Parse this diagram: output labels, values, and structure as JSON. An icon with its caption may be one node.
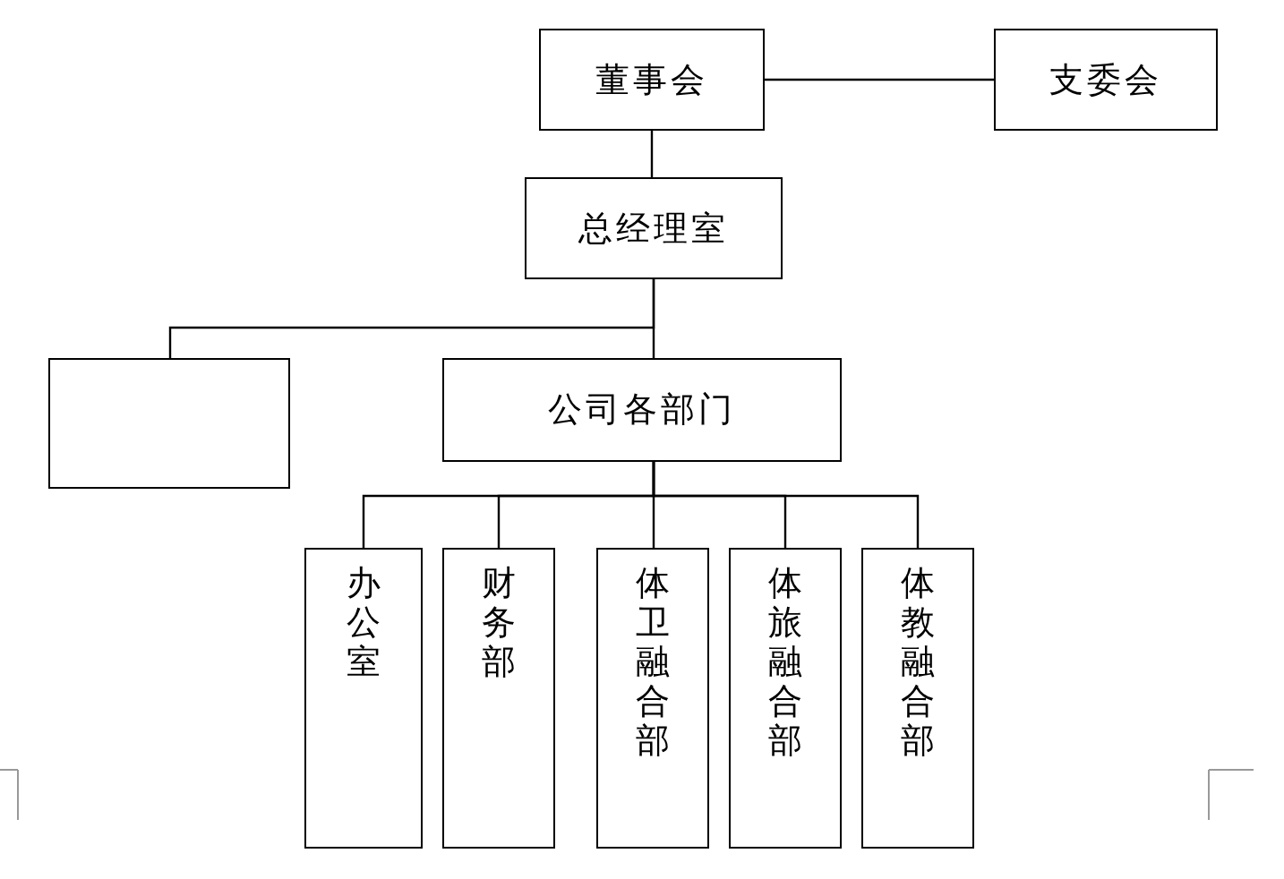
{
  "diagram": {
    "nodes": [
      {
        "text": [
          "董事会"
        ]
      },
      {
        "text": [
          "支委会"
        ]
      },
      {
        "text": [
          "总经理室"
        ]
      },
      {
        "text": [],
        "shape": "box"
      },
      {
        "text": [
          "公司各部门"
        ]
      },
      {
        "text": [
          "办公室"
        ]
      },
      {
        "text": [
          "财务部"
        ]
      },
      {
        "text": [
          "体卫融合部"
        ]
      },
      {
        "text": [
          "体旅融合部"
        ]
      },
      {
        "text": [
          "体教融合部"
        ]
      }
    ],
    "edges": [
      {
        "from": 0,
        "to": 1,
        "arrow": "none"
      },
      {
        "from": 0,
        "to": 2,
        "arrow": "none"
      },
      {
        "from": 2,
        "to": 3,
        "arrow": "none"
      },
      {
        "from": 2,
        "to": 4,
        "arrow": "none"
      },
      {
        "from": 4,
        "to": 5,
        "arrow": "none"
      },
      {
        "from": 4,
        "to": 6,
        "arrow": "none"
      },
      {
        "from": 4,
        "to": 7,
        "arrow": "none"
      },
      {
        "from": 4,
        "to": 8,
        "arrow": "none"
      },
      {
        "from": 4,
        "to": 9,
        "arrow": "none"
      }
    ]
  }
}
